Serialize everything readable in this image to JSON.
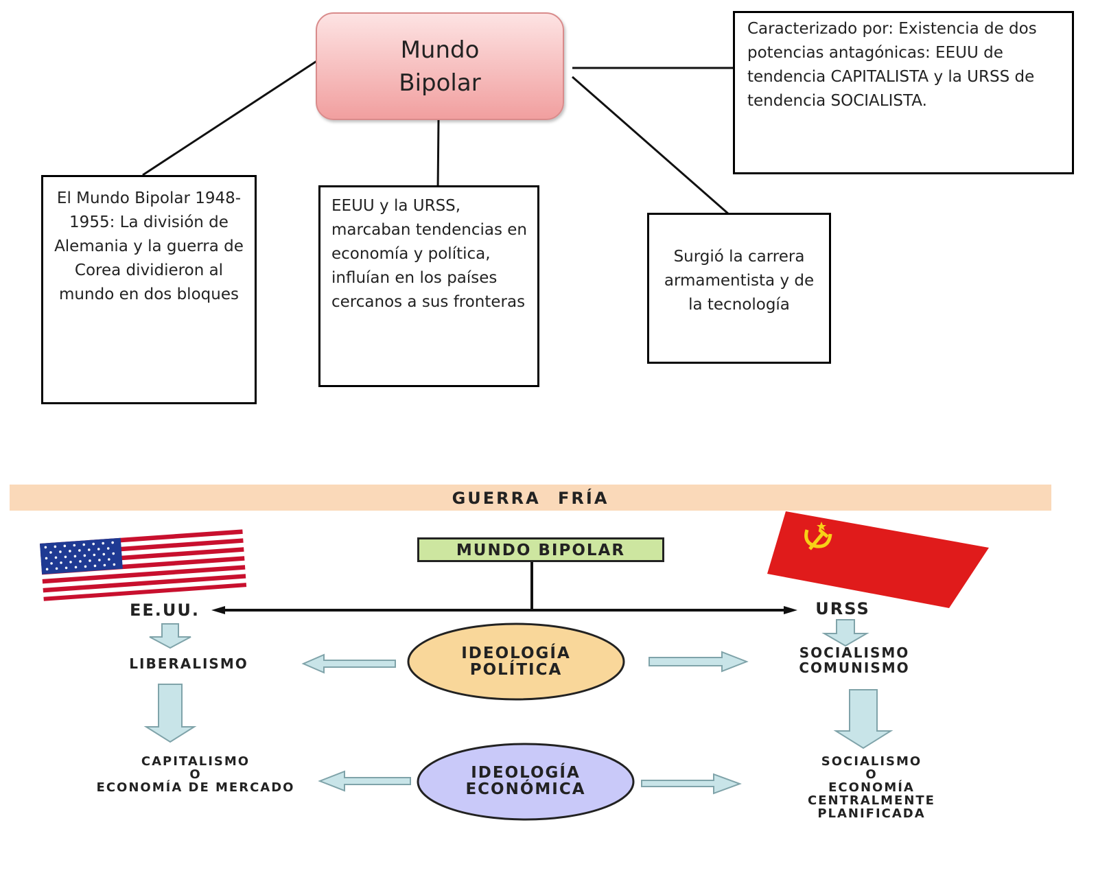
{
  "top": {
    "root": "Mundo Bipolar",
    "box_characterized": "Caracterizado por: Existencia de dos potencias antagónicas: EEUU de tendencia CAPITALISTA y la URSS de tendencia SOCIALISTA.",
    "box_1948": "El Mundo Bipolar 1948-1955: La división de Alemania y la guerra de Corea dividieron al mundo en dos bloques",
    "box_influence": "EEUU y la URSS, marcaban tendencias en economía y política, influían en los países cercanos a sus fronteras",
    "box_race": "Surgió la carrera armamentista y de la tecnología"
  },
  "bottom": {
    "banner": "GUERRA FRÍA",
    "center": "MUNDO BIPOLAR",
    "left_country": "EE.UU.",
    "right_country": "URSS",
    "ideology_political": "IDEOLOGÍA POLÍTICA",
    "ideology_economic": "IDEOLOGÍA ECONÓMICA",
    "left_political": "LIBERALISMO",
    "right_political_1": "SOCIALISMO",
    "right_political_2": "COMUNISMO",
    "left_economic_1": "CAPITALISMO",
    "left_economic_2": "O",
    "left_economic_3": "ECONOMÍA DE MERCADO",
    "right_economic_1": "SOCIALISMO",
    "right_economic_2": "O",
    "right_economic_3": "ECONOMÍA",
    "right_economic_4": "CENTRALMENTE",
    "right_economic_5": "PLANIFICADA"
  },
  "colors": {
    "root_fill": "#f4a9a9",
    "banner": "#fad9b9",
    "center_box": "#cde6a0",
    "political_ellipse": "#f9d79a",
    "economic_ellipse": "#c9c9f9",
    "arrow_fill": "#c8e4e8",
    "arrow_stroke": "#7fa3a9",
    "usa_red": "#c8102e",
    "usa_blue": "#1f3a93",
    "ussr_red": "#e01b1b",
    "ussr_gold": "#f7d117"
  },
  "icons": {
    "left_flag": "usa-flag-icon",
    "right_flag": "ussr-flag-icon"
  }
}
